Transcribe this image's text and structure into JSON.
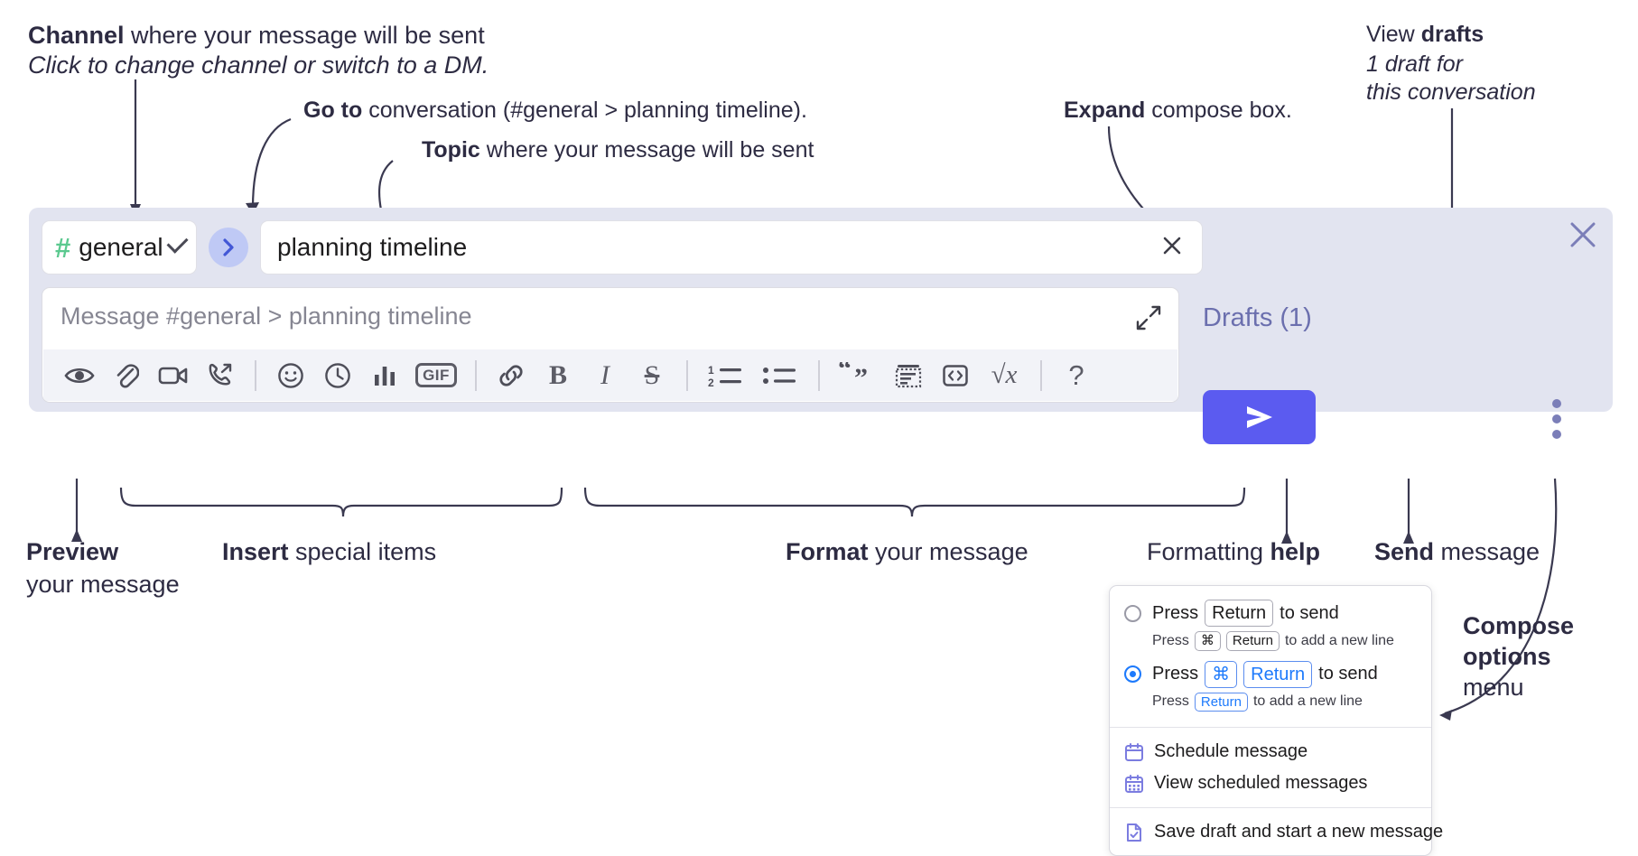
{
  "annotations": {
    "channel": {
      "bold": "Channel",
      "rest": " where your message will be sent",
      "sub": "Click to change channel or switch to a DM."
    },
    "goto": {
      "bold": "Go to",
      "rest": " conversation (#general > planning timeline)."
    },
    "topic": {
      "bold": "Topic",
      "rest": " where your message will be sent"
    },
    "expand": {
      "bold": "Expand",
      "rest": " compose box."
    },
    "drafts": {
      "bold_pre": "View ",
      "bold": "drafts",
      "sub1": "1 draft for",
      "sub2": "this conversation"
    },
    "preview": {
      "bold": "Preview",
      "sub": "your message"
    },
    "insert": {
      "bold": "Insert",
      "rest": " special items"
    },
    "format": {
      "bold": "Format",
      "rest": " your message"
    },
    "help": {
      "pre": "Formatting ",
      "bold": "help"
    },
    "send": {
      "bold": "Send",
      "rest": " message"
    },
    "compose_options": {
      "l1": "Compose",
      "l2": "options",
      "l3": "menu"
    }
  },
  "compose": {
    "channel_hash": "#",
    "channel_name": "general",
    "topic_value": "planning timeline",
    "message_placeholder": "Message #general > planning timeline",
    "drafts_label": "Drafts (1)",
    "gif_label": "GIF",
    "bold_glyph": "B",
    "italic_glyph": "I",
    "strike_glyph": "S",
    "help_glyph": "?",
    "math_glyph": "√x",
    "toolbar_icons": [
      "eye-icon",
      "paperclip-icon",
      "video-camera-icon",
      "huddle-phone-icon",
      "emoji-icon",
      "schedule-clock-icon",
      "poll-bar-chart-icon",
      "gif-icon",
      "link-icon",
      "bold-icon",
      "italic-icon",
      "strikethrough-icon",
      "ordered-list-icon",
      "bulleted-list-icon",
      "blockquote-icon",
      "code-block-icon",
      "inline-code-icon",
      "math-icon",
      "formatting-help-icon"
    ],
    "send_icon": "send-paper-plane-icon",
    "close_icon": "close-x-icon",
    "kebab_icon": "more-options-icon",
    "expand_icon": "expand-arrows-icon",
    "goto_icon": "chevron-right-icon",
    "topic_clear_icon": "clear-x-icon"
  },
  "menu": {
    "option1": {
      "pre": "Press",
      "key": "Return",
      "post": "to send",
      "sub_pre": "Press",
      "sub_key1": "⌘",
      "sub_key2": "Return",
      "sub_post": "to add a new line",
      "selected": false
    },
    "option2": {
      "pre": "Press",
      "key1": "⌘",
      "key2": "Return",
      "post": "to send",
      "sub_pre": "Press",
      "sub_key": "Return",
      "sub_post": "to add a new line",
      "selected": true
    },
    "items": [
      {
        "label": "Schedule message",
        "icon": "calendar-icon"
      },
      {
        "label": "View scheduled messages",
        "icon": "calendar-grid-icon"
      },
      {
        "label": "Save draft and start a new message",
        "icon": "document-check-icon"
      }
    ]
  },
  "colors": {
    "panel_bg": "#e2e4f0",
    "accent_send": "#5b5bf0",
    "hash_green": "#5bc98f",
    "goto_blue": "#bfc9f5",
    "drafts_text": "#6b6fae",
    "radio_blue": "#1d7afc",
    "menu_icon_purple": "#7b7ce0"
  }
}
